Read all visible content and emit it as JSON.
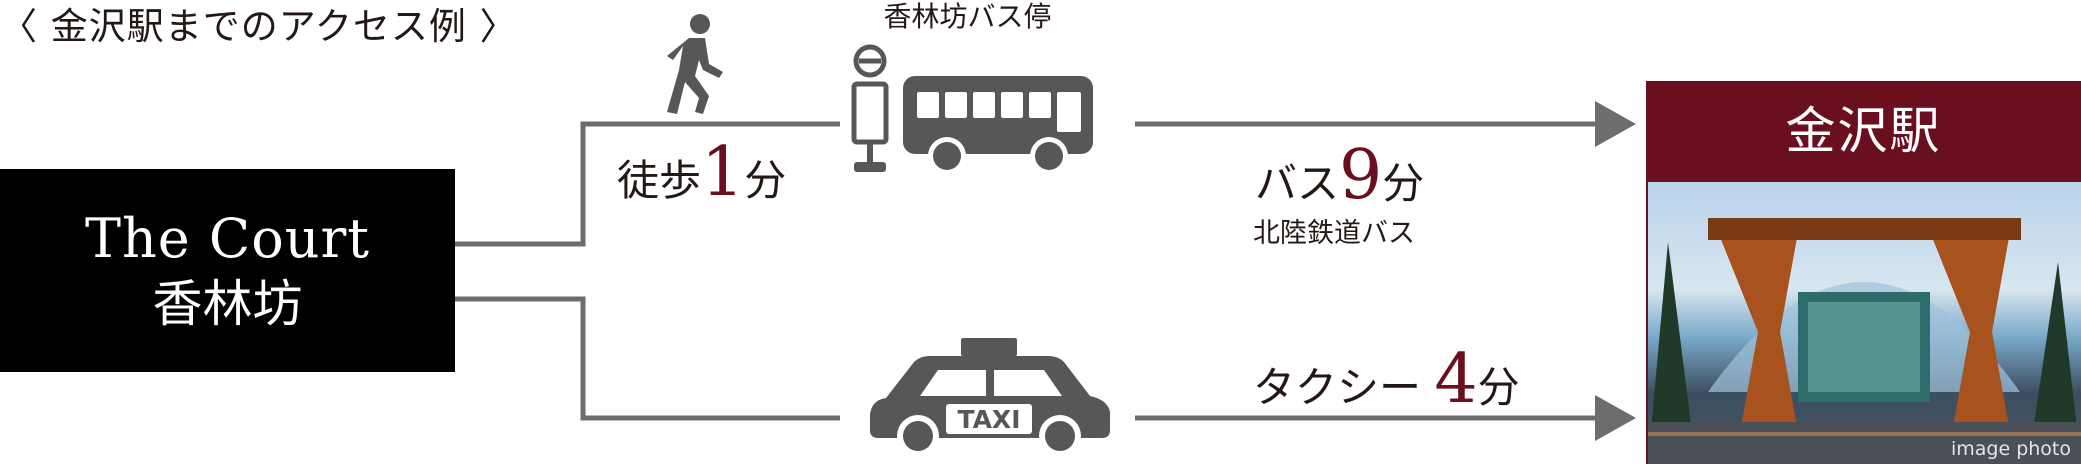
{
  "heading": "〈 金沢駅までのアクセス例 〉",
  "origin": {
    "name_en": "The Court",
    "name_jp": "香林坊"
  },
  "bus_stop": {
    "label": "香林坊バス停"
  },
  "walk": {
    "prefix": "徒歩",
    "minutes": "1",
    "unit": "分"
  },
  "bus": {
    "prefix": "バス",
    "minutes": "9",
    "unit": "分",
    "operator": "北陸鉄道バス"
  },
  "taxi": {
    "prefix": "タクシー ",
    "minutes": "4",
    "unit": "分",
    "sign": "TAXI"
  },
  "destination": {
    "name": "金沢駅",
    "photo_note": "image photo"
  },
  "colors": {
    "accent": "#6b0f1f",
    "line": "#6d6d6d",
    "icon": "#575757",
    "dest_bg": "#6a0f1f"
  },
  "icons": [
    "walking-person-icon",
    "bus-stop-sign-icon",
    "bus-icon",
    "taxi-icon",
    "arrow-right-icon"
  ]
}
